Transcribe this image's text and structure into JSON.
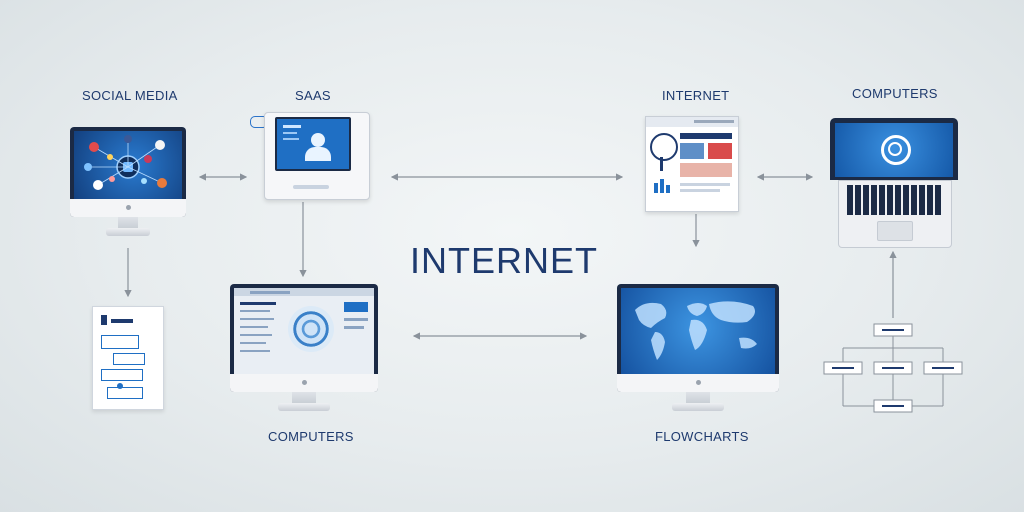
{
  "labels": {
    "social_media": "SOCIAL MEDIA",
    "saas": "SAAS",
    "internet_top": "INTERNET",
    "computers_top": "COMPUTERS",
    "center_title": "INTERNET",
    "computers_bottom": "COMPUTERS",
    "flowcharts": "FLOWCHARTS"
  },
  "colors": {
    "accent": "#1e3a6e",
    "screen_blue": "#1f6fc4",
    "arrow": "#8a929b"
  },
  "icons": [
    "social-monitor",
    "saas-kiosk",
    "internet-browser",
    "laptop",
    "document",
    "computer-monitor",
    "world-map-monitor",
    "flowchart"
  ]
}
